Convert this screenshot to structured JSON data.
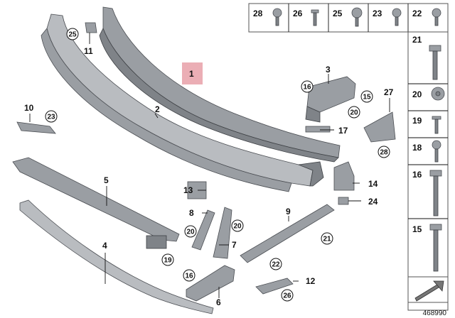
{
  "diagram_number": "468990",
  "highlight_color": "#e8a0a8",
  "callouts": {
    "p1": "1",
    "p2": "2",
    "p3": "3",
    "p4": "4",
    "p5": "5",
    "p6": "6",
    "p7": "7",
    "p8": "8",
    "p9": "9",
    "p10": "10",
    "p11": "11",
    "p12": "12",
    "p13": "13",
    "p14": "14",
    "p17": "17",
    "p24": "24",
    "p27": "27"
  },
  "circled": {
    "c25": "25",
    "c23": "23",
    "c16a": "16",
    "c15": "15",
    "c20a": "20",
    "c20b": "20",
    "c20c": "20",
    "c19": "19",
    "c22": "22",
    "c21": "21",
    "c16b": "16",
    "c26": "26",
    "c28": "28"
  },
  "fastener_table": {
    "top_row": [
      "28",
      "26",
      "25",
      "23",
      "22"
    ],
    "right_col": [
      "21",
      "20",
      "19",
      "18",
      "16",
      "15"
    ]
  }
}
